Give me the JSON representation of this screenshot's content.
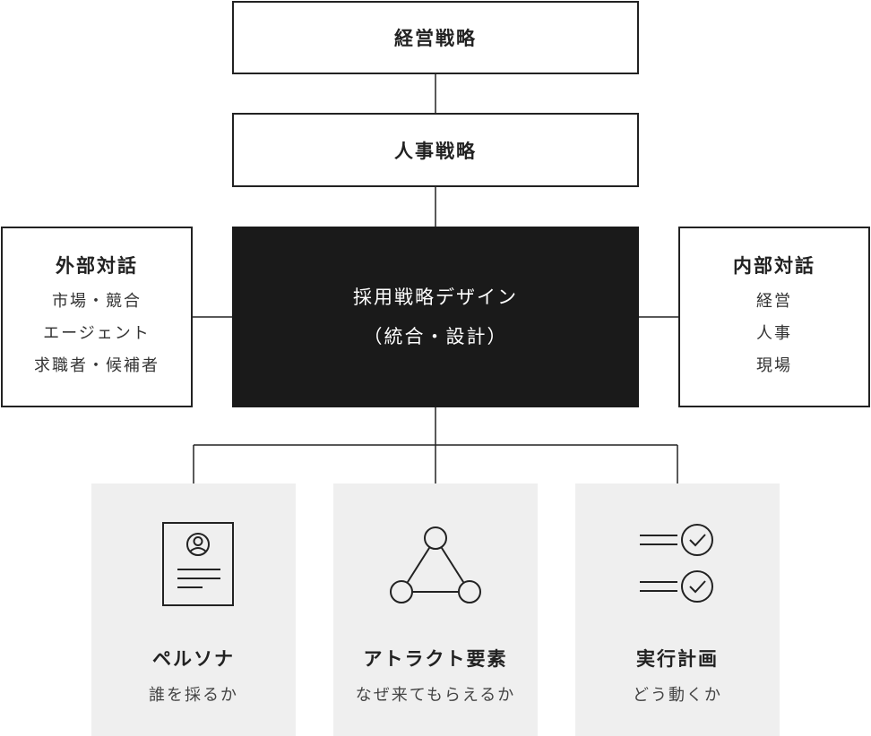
{
  "top": {
    "management_strategy": "経営戦略",
    "hr_strategy": "人事戦略"
  },
  "center": {
    "line1": "採用戦略デザイン",
    "line2": "（統合・設計）"
  },
  "left": {
    "title": "外部対話",
    "items": [
      "市場・競合",
      "エージェント",
      "求職者・候補者"
    ]
  },
  "right": {
    "title": "内部対話",
    "items": [
      "経営",
      "人事",
      "現場"
    ]
  },
  "cards": [
    {
      "title": "ペルソナ",
      "subtitle": "誰を採るか",
      "icon": "persona-document-icon"
    },
    {
      "title": "アトラクト要素",
      "subtitle": "なぜ来てもらえるか",
      "icon": "triangle-network-icon"
    },
    {
      "title": "実行計画",
      "subtitle": "どう動くか",
      "icon": "checklist-icon"
    }
  ]
}
